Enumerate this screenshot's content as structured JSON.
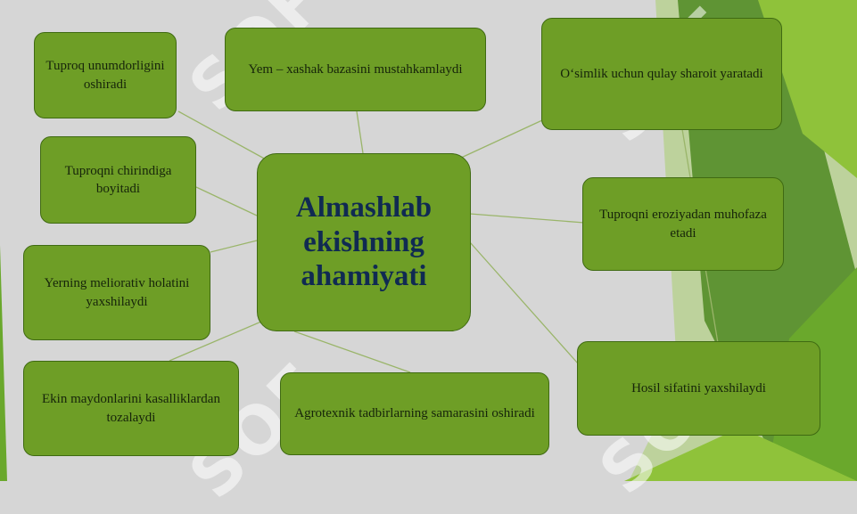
{
  "center": {
    "label": "Almashlab ekishning ahamiyati"
  },
  "nodes": [
    {
      "id": "n1",
      "label": "Tuproq unumdorligini oshiradi"
    },
    {
      "id": "n2",
      "label": "Yem – xashak bazasini mustahkamlaydi"
    },
    {
      "id": "n3",
      "label": "O‘simlik uchun qulay sharoit yaratadi"
    },
    {
      "id": "n4",
      "label": "Tuproqni chirindiga boyitadi"
    },
    {
      "id": "n5",
      "label": "Tuproqni  eroziyadan muhofaza etadi"
    },
    {
      "id": "n6",
      "label": "Yerning meliorativ holatini yaxshilaydi"
    },
    {
      "id": "n7",
      "label": "Ekin maydonlarini kasalliklardan tozalaydi"
    },
    {
      "id": "n8",
      "label": "Agrotexnik tadbirlarning samarasini oshiradi"
    },
    {
      "id": "n9",
      "label": "Hosil sifatini yaxshilaydi"
    }
  ],
  "watermark": {
    "text": "SOF"
  },
  "colors": {
    "background": "#d6d6d6",
    "node_fill": "#6e9e26",
    "node_border": "#3f6a12",
    "title_text": "#102a52",
    "connector": "#9ab56a",
    "decor_dark": "#3f7a1e",
    "decor_light": "#8fc23a"
  }
}
